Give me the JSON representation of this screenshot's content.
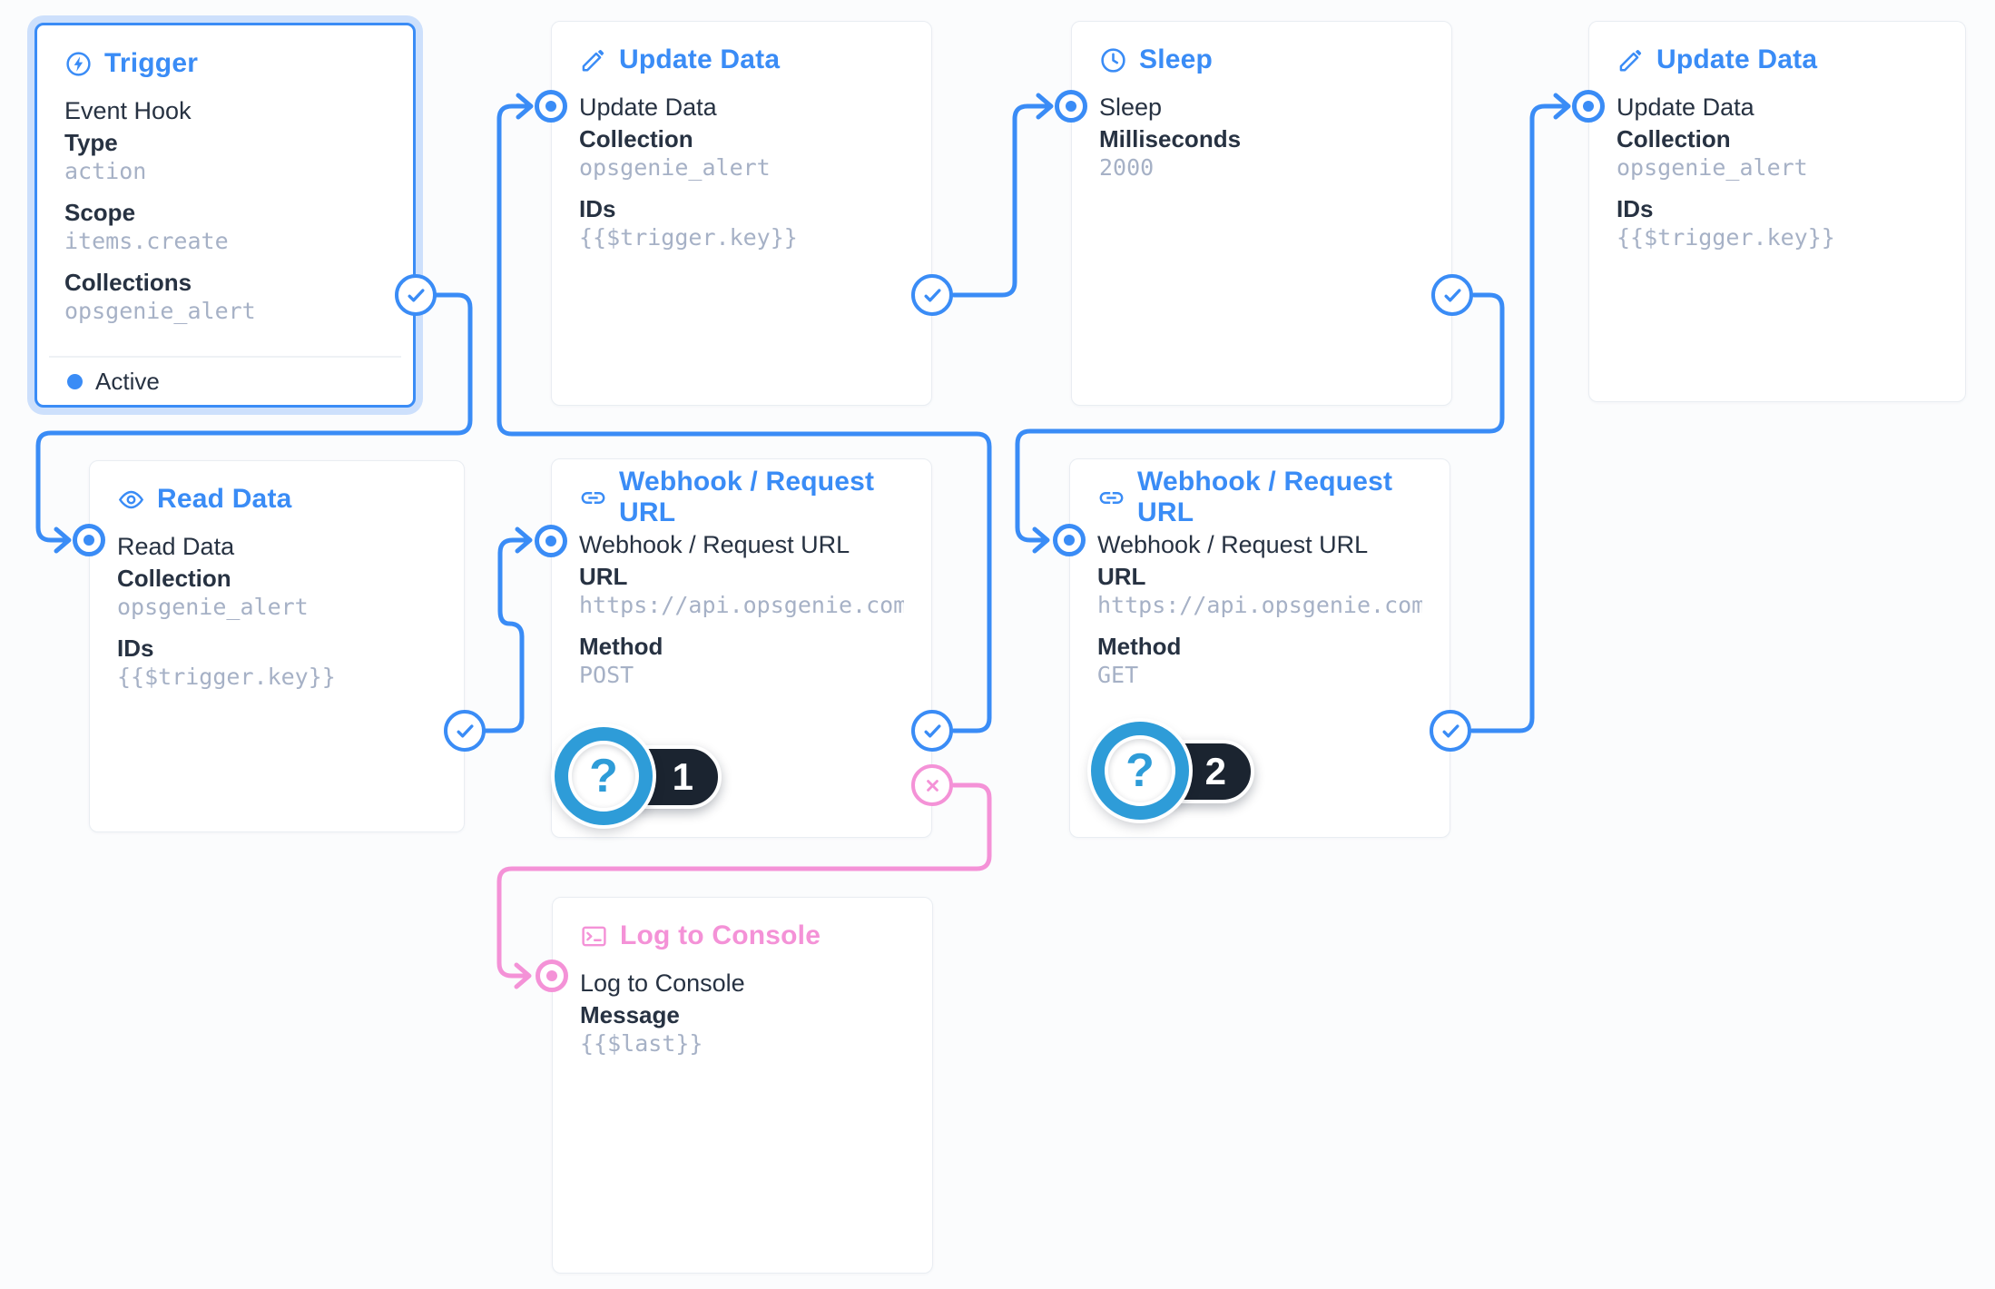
{
  "colors": {
    "primary": "#3a8cf6",
    "pink": "#f492d7",
    "badge_blue": "#2e9cd8",
    "text_dark": "#273242",
    "text_mono": "#a6b1c6",
    "halo": "#cde0fc",
    "canvas": "#fbfcfd",
    "pill": "#1b2430"
  },
  "cards": {
    "trigger": {
      "title": "Trigger",
      "name": "Event Hook",
      "status": "Active",
      "fields": [
        {
          "label": "Type",
          "value": "action"
        },
        {
          "label": "Scope",
          "value": "items.create"
        },
        {
          "label": "Collections",
          "value": "opsgenie_alert"
        }
      ]
    },
    "update1": {
      "title": "Update Data",
      "name": "Update Data",
      "fields": [
        {
          "label": "Collection",
          "value": "opsgenie_alert"
        },
        {
          "label": "IDs",
          "value": "{{$trigger.key}}"
        }
      ]
    },
    "sleep": {
      "title": "Sleep",
      "name": "Sleep",
      "fields": [
        {
          "label": "Milliseconds",
          "value": "2000"
        }
      ]
    },
    "update2": {
      "title": "Update Data",
      "name": "Update Data",
      "fields": [
        {
          "label": "Collection",
          "value": "opsgenie_alert"
        },
        {
          "label": "IDs",
          "value": "{{$trigger.key}}"
        }
      ]
    },
    "read": {
      "title": "Read Data",
      "name": "Read Data",
      "fields": [
        {
          "label": "Collection",
          "value": "opsgenie_alert"
        },
        {
          "label": "IDs",
          "value": "{{$trigger.key}}"
        }
      ]
    },
    "webhook_post": {
      "title": "Webhook / Request URL",
      "name": "Webhook / Request URL",
      "fields": [
        {
          "label": "URL",
          "value": "https://api.opsgenie.com/v…"
        },
        {
          "label": "Method",
          "value": "POST"
        }
      ]
    },
    "webhook_get": {
      "title": "Webhook / Request URL",
      "name": "Webhook / Request URL",
      "fields": [
        {
          "label": "URL",
          "value": "https://api.opsgenie.com/v…"
        },
        {
          "label": "Method",
          "value": "GET"
        }
      ]
    },
    "log": {
      "title": "Log to Console",
      "name": "Log to Console",
      "fields": [
        {
          "label": "Message",
          "value": "{{$last}}"
        }
      ]
    }
  },
  "badges": {
    "post": {
      "symbol": "?",
      "number": "1"
    },
    "get": {
      "symbol": "?",
      "number": "2"
    }
  }
}
